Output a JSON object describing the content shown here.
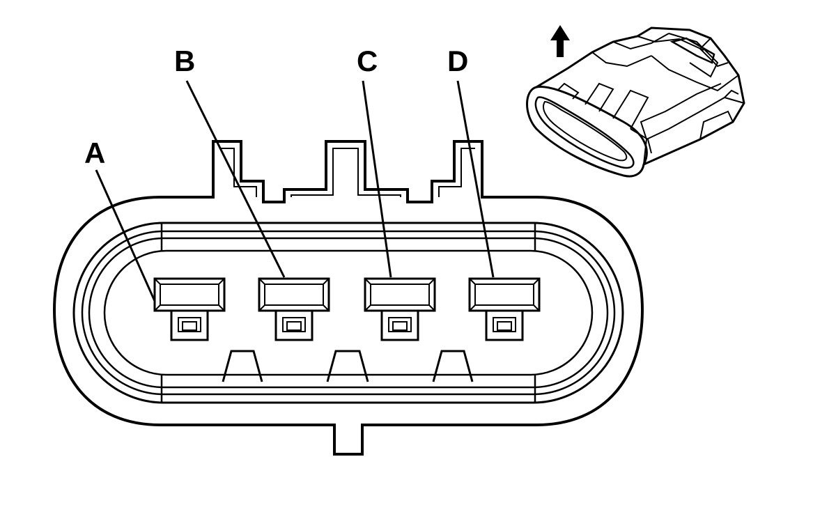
{
  "diagram": {
    "pins": [
      {
        "id": "A",
        "label": "A"
      },
      {
        "id": "B",
        "label": "B"
      },
      {
        "id": "C",
        "label": "C"
      },
      {
        "id": "D",
        "label": "D"
      }
    ],
    "orientation_icon": "up-arrow-icon",
    "line_color": "#000000",
    "background": "#ffffff"
  }
}
